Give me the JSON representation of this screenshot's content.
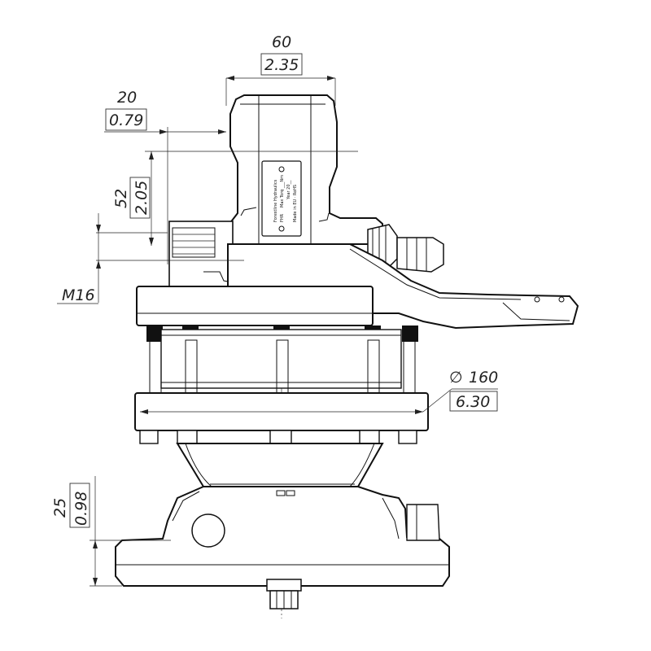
{
  "dimensions": {
    "top_width": {
      "mm": "60",
      "inch": "2.35"
    },
    "offset": {
      "mm": "20",
      "inch": "0.79"
    },
    "height": {
      "mm": "52",
      "inch": "2.05"
    },
    "thread": {
      "label": "M16"
    },
    "diameter": {
      "symbol": "∅",
      "mm": "160",
      "inch": "6.30"
    },
    "base": {
      "mm": "25",
      "inch": "0.98"
    }
  },
  "nameplate": {
    "brand": "Forestline Hydraulics",
    "model": "FHR",
    "line1": "Max Torq ___Nm",
    "line2": "Year 20__",
    "line3": "Made in EU · RoHS"
  }
}
